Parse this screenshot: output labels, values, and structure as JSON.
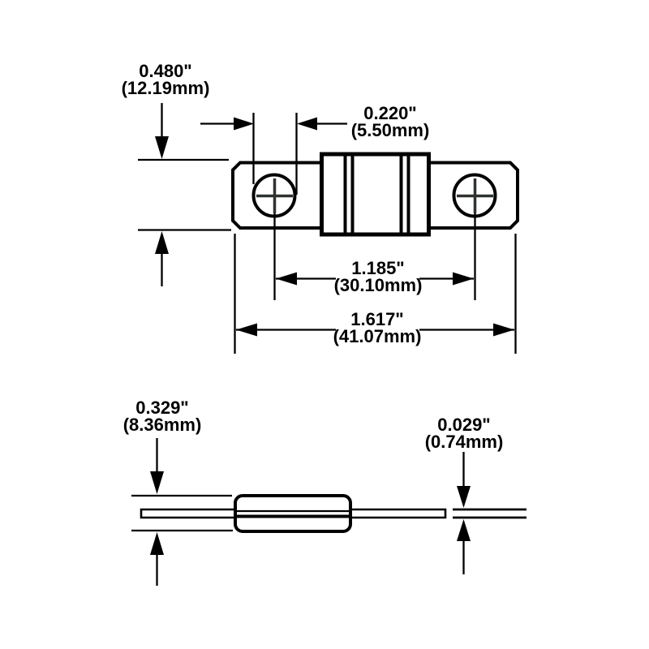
{
  "colors": {
    "background": "#ffffff",
    "line": "#000000",
    "crosshair": "#2e332f"
  },
  "top_view": {
    "dimensions": {
      "plate_height": {
        "inches": "0.480\"",
        "metric": "(12.19mm)"
      },
      "hole_diameter": {
        "inches": "0.220\"",
        "metric": "(5.50mm)"
      },
      "hole_spacing": {
        "inches": "1.185\"",
        "metric": "(30.10mm)"
      },
      "overall_length": {
        "inches": "1.617\"",
        "metric": "(41.07mm)"
      }
    }
  },
  "side_view": {
    "dimensions": {
      "body_height": {
        "inches": "0.329\"",
        "metric": "(8.36mm)"
      },
      "terminal_thickness": {
        "inches": "0.029\"",
        "metric": "(0.74mm)"
      }
    }
  }
}
